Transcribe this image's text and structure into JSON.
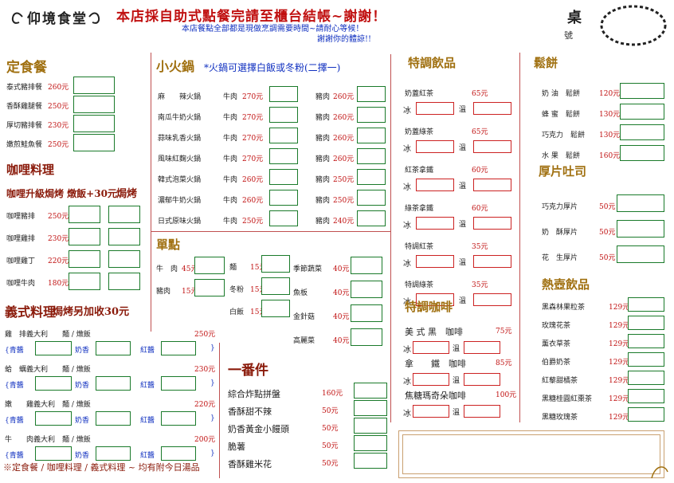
{
  "header": {
    "logo_text": "仰境食堂",
    "notice": "本店採自助式點餐完請至櫃台結帳~謝謝！",
    "sub1": "本店餐點全部都是現做烹調需要時間~請耐心等候！",
    "sub2": "謝謝你的體諒!!",
    "table_label": "桌",
    "number_label": "號"
  },
  "set_meal": {
    "title": "定食餐",
    "items": [
      {
        "name": "泰式豬排餐",
        "price": "260元"
      },
      {
        "name": "香酥雞腿餐",
        "price": "250元"
      },
      {
        "name": "厚切豬排餐",
        "price": "230元"
      },
      {
        "name": "嫩煎鮭魚餐",
        "price": "250元"
      }
    ]
  },
  "curry": {
    "title": "咖哩料理",
    "note": "咖哩升級焗烤 燉飯+30元",
    "bake_label": "焗烤",
    "items": [
      {
        "name": "咖哩豬排",
        "price": "250元"
      },
      {
        "name": "咖哩雞排",
        "price": "230元"
      },
      {
        "name": "咖哩雞丁",
        "price": "220元"
      },
      {
        "name": "咖哩牛肉",
        "price": "180元"
      }
    ]
  },
  "pasta": {
    "title": "義式料理",
    "note": "焗烤另加收30元",
    "sauce_labels": {
      "green": "青醬",
      "cream": "奶香",
      "red": "紅醬"
    },
    "items": [
      {
        "name": "雞　排義大利　　麵 / 燉飯",
        "price": "250元"
      },
      {
        "name": "蛤　蠣義大利　　麵 / 燉飯",
        "price": "230元"
      },
      {
        "name": "嫩　　雞義大利　麵 / 燉飯",
        "price": "220元"
      },
      {
        "name": "牛　　肉義大利　麵 / 燉飯",
        "price": "200元"
      }
    ]
  },
  "footer_note": "※定食餐 / 咖哩料理 / 義式料理 ~ 均有附今日湯品",
  "hotpot": {
    "title": "小火鍋",
    "note": "*火鍋可選擇白飯或冬粉(二擇一)",
    "beef_label": "牛肉",
    "pork_label": "豬肉",
    "items": [
      {
        "name": "麻　　辣火鍋",
        "beef": "270元",
        "pork": "260元"
      },
      {
        "name": "南瓜牛奶火鍋",
        "beef": "270元",
        "pork": "260元"
      },
      {
        "name": "蒜味乳香火鍋",
        "beef": "270元",
        "pork": "260元"
      },
      {
        "name": "風味紅麴火鍋",
        "beef": "270元",
        "pork": "260元"
      },
      {
        "name": "韓式泡菜火鍋",
        "beef": "260元",
        "pork": "250元"
      },
      {
        "name": "濃郁牛奶火鍋",
        "beef": "260元",
        "pork": "250元"
      },
      {
        "name": "日式原味火鍋",
        "beef": "250元",
        "pork": "240元"
      }
    ]
  },
  "single": {
    "title": "單點",
    "col1": [
      {
        "name": "牛　肉",
        "price": "45元"
      },
      {
        "name": "豬肉",
        "price": "15元"
      }
    ],
    "col2": [
      {
        "name": "麵",
        "price": "15元"
      },
      {
        "name": "冬粉",
        "price": "15元"
      },
      {
        "name": "白飯",
        "price": "15元"
      }
    ],
    "col3": [
      {
        "name": "季節蔬菜",
        "price": "40元"
      },
      {
        "name": "魚板",
        "price": "40元"
      },
      {
        "name": "金針菇",
        "price": "40元"
      },
      {
        "name": "高麗菜",
        "price": "40元"
      }
    ]
  },
  "snacks": {
    "title": "一番件",
    "items": [
      {
        "name": "綜合炸點拼盤",
        "price": "160元"
      },
      {
        "name": "香酥甜不辣",
        "price": "50元"
      },
      {
        "name": "奶香黃金小饅頭",
        "price": "50元"
      },
      {
        "name": "脆薯",
        "price": "50元"
      },
      {
        "name": "香酥雞米花",
        "price": "50元"
      }
    ]
  },
  "drinks": {
    "title": "特調飲品",
    "ice": "冰",
    "warm": "溫",
    "items": [
      {
        "name": "奶蓋紅茶",
        "price": "65元"
      },
      {
        "name": "奶蓋綠茶",
        "price": "65元"
      },
      {
        "name": "紅茶拿鐵",
        "price": "60元"
      },
      {
        "name": "綠茶拿鐵",
        "price": "60元"
      },
      {
        "name": "特調紅茶",
        "price": "35元"
      },
      {
        "name": "特調綠茶",
        "price": "35元"
      }
    ]
  },
  "coffee": {
    "title": "特調咖啡",
    "items": [
      {
        "name": "美 式 黑　咖啡",
        "price": "75元"
      },
      {
        "name": "拿　　鐵　咖啡",
        "price": "85元"
      },
      {
        "name": "焦糖瑪奇朵咖啡",
        "price": "100元"
      }
    ]
  },
  "muffin": {
    "title": "鬆餅",
    "items": [
      {
        "name": "奶 油　鬆餅",
        "price": "120元"
      },
      {
        "name": "蜂 蜜　鬆餅",
        "price": "130元"
      },
      {
        "name": "巧克力　鬆餅",
        "price": "130元"
      },
      {
        "name": "水 果　鬆餅",
        "price": "160元"
      }
    ]
  },
  "toast": {
    "title": "厚片吐司",
    "items": [
      {
        "name": "巧克力厚片",
        "price": "50元"
      },
      {
        "name": "奶　酥厚片",
        "price": "50元"
      },
      {
        "name": "花　生厚片",
        "price": "50元"
      }
    ]
  },
  "hot": {
    "title": "熱壺飲品",
    "items": [
      {
        "name": "黑森林果粒茶",
        "price": "129元"
      },
      {
        "name": "玫瑰花茶",
        "price": "129元"
      },
      {
        "name": "薰衣草茶",
        "price": "129元"
      },
      {
        "name": "伯爵奶茶",
        "price": "129元"
      },
      {
        "name": "紅藜甜橘茶",
        "price": "129元"
      },
      {
        "name": "黑糖桂圓紅棗茶",
        "price": "129元"
      },
      {
        "name": "黑糖玫瑰茶",
        "price": "129元"
      }
    ]
  }
}
